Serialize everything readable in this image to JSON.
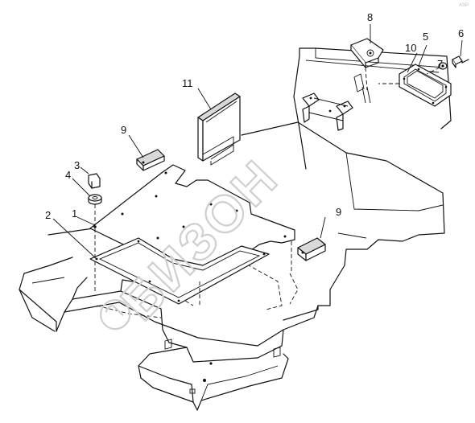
{
  "diagram": {
    "watermark": "БИЗОН",
    "corner_mark": "ASP",
    "callouts": [
      {
        "id": "c1",
        "label": "1"
      },
      {
        "id": "c2",
        "label": "2"
      },
      {
        "id": "c3",
        "label": "3"
      },
      {
        "id": "c4",
        "label": "4"
      },
      {
        "id": "c5",
        "label": "5"
      },
      {
        "id": "c6",
        "label": "6"
      },
      {
        "id": "c7",
        "label": "7"
      },
      {
        "id": "c8",
        "label": "8"
      },
      {
        "id": "c9a",
        "label": "9"
      },
      {
        "id": "c9b",
        "label": "9"
      },
      {
        "id": "c10",
        "label": "10"
      },
      {
        "id": "c11",
        "label": "11"
      }
    ]
  }
}
